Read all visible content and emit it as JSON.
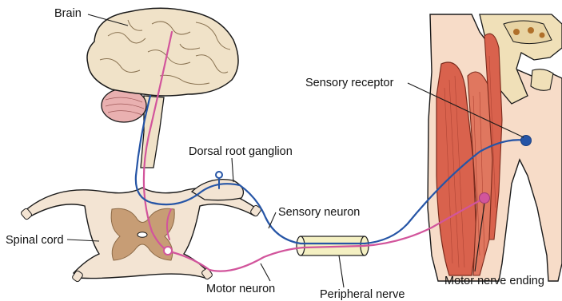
{
  "labels": {
    "brain": "Brain",
    "dorsal_root_ganglion": "Dorsal root ganglion",
    "spinal_cord": "Spinal cord",
    "sensory_neuron": "Sensory neuron",
    "motor_neuron": "Motor neuron",
    "peripheral_nerve": "Peripheral nerve",
    "sensory_receptor": "Sensory receptor",
    "motor_nerve_ending": "Motor nerve ending"
  },
  "colors": {
    "sensory_pathway": "#2655a6",
    "motor_pathway": "#d2559c",
    "brain": "#f0e2c8",
    "cerebellum": "#e9b0b0",
    "spinal_cord": "#f3e4d3",
    "grey_matter": "#c79d75",
    "muscle": "#d9624d",
    "skin": "#f7dcc8",
    "bone": "#f0e0b8",
    "peripheral_nerve": "#f4f0c2"
  }
}
